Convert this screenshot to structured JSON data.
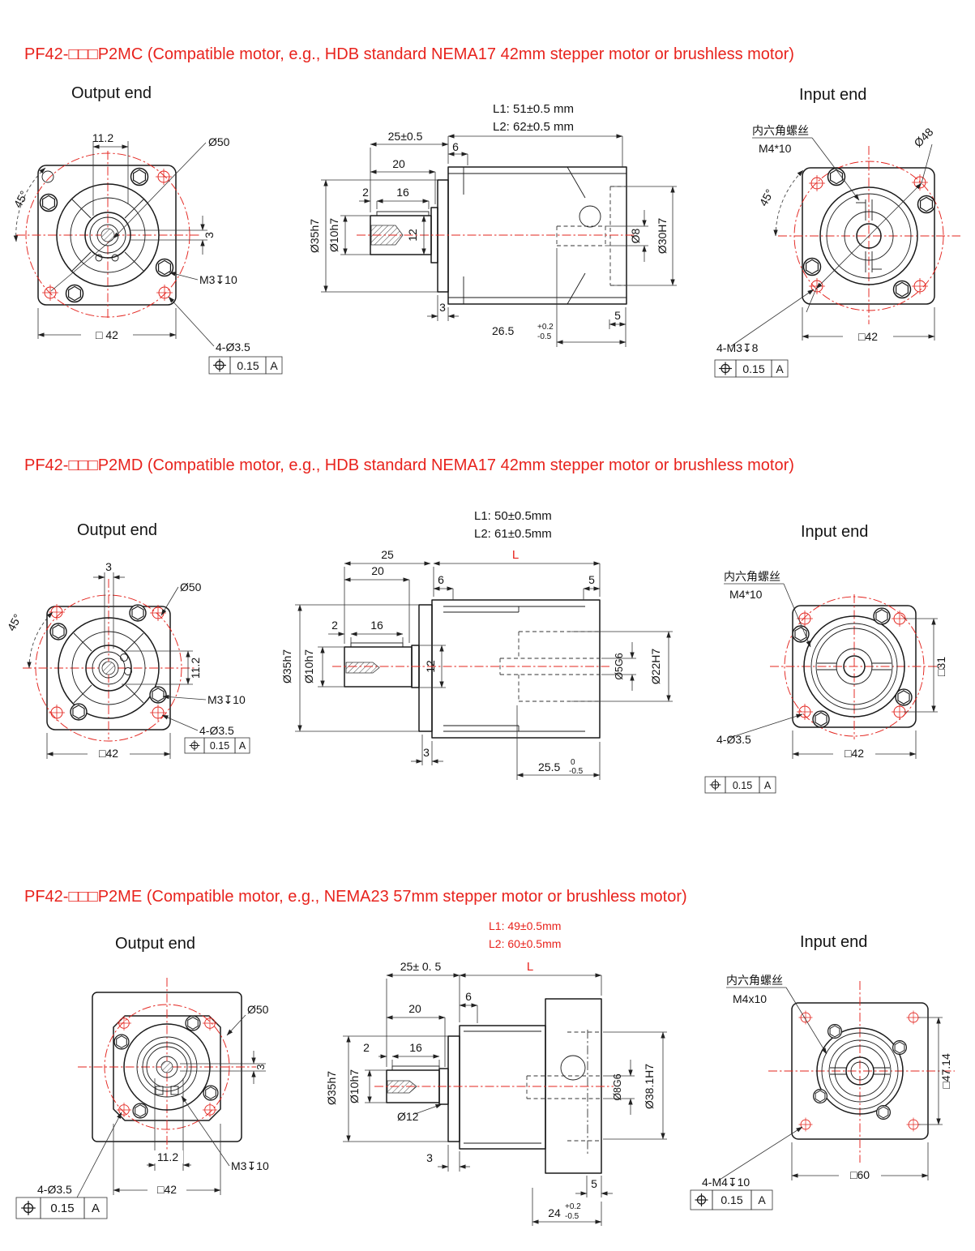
{
  "page": {
    "background": "#ffffff",
    "accent_red": "#e8231d",
    "line_color": "#1a1a1a"
  },
  "s1": {
    "title": "PF42-□□□P2MC (Compatible motor, e.g., HDB standard NEMA17 42mm stepper motor or brushless motor)",
    "outHead": "Output end",
    "inHead": "Input end",
    "l1": "L1: 51±0.5 mm",
    "l2": "L2: 62±0.5 mm",
    "o": {
      "w112": "11.2",
      "d50": "Ø50",
      "k3": "3",
      "m3": "M3↧10",
      "sq": "□ 42",
      "holes": "4-Ø3.5",
      "a45": "45°",
      "tv": "0.15",
      "tr": "A"
    },
    "m": {
      "d25": "25±0.5",
      "n6": "6",
      "n20": "20",
      "n2": "2",
      "n16": "16",
      "d35": "Ø35h7",
      "d10": "Ø10h7",
      "n12": "12",
      "n3": "3",
      "n265": "26.5",
      "tp": "+0.2",
      "tm": "-0.5",
      "n5": "5",
      "d8": "Ø8",
      "d30": "Ø30H7"
    },
    "i": {
      "cn": "内六角螺丝",
      "spec": "M4*10",
      "d48": "Ø48",
      "a45": "45°",
      "sq": "□42",
      "holes": "4-M3↧8",
      "tv": "0.15",
      "tr": "A"
    }
  },
  "s2": {
    "title": "PF42-□□□P2MD (Compatible motor, e.g., HDB standard NEMA17 42mm stepper motor or brushless motor)",
    "outHead": "Output end",
    "inHead": "Input end",
    "l1": "L1: 50±0.5mm",
    "l2": "L2: 61±0.5mm",
    "o": {
      "k3": "3",
      "d50": "Ø50",
      "a45": "45°",
      "w112": "11.2",
      "m3": "M3↧10",
      "holes": "4-Ø3.5",
      "sq": "□42",
      "tv": "0.15",
      "tr": "A"
    },
    "m": {
      "L": "L",
      "d25": "25",
      "n20": "20",
      "n6": "6",
      "n5": "5",
      "n2": "2",
      "n16": "16",
      "d35": "Ø35h7",
      "d10": "Ø10h7",
      "n12": "12",
      "d5": "Ø5G6",
      "d22": "Ø22H7",
      "n3": "3",
      "n255": "25.5",
      "tp": "0",
      "tm": "-0.5"
    },
    "i": {
      "cn": "内六角螺丝",
      "spec": "M4*10",
      "sq31": "□31",
      "sq": "□42",
      "holes": "4-Ø3.5",
      "tv": "0.15",
      "tr": "A"
    }
  },
  "s3": {
    "title": "PF42-□□□P2ME (Compatible motor, e.g., NEMA23 57mm stepper motor or brushless motor)",
    "outHead": "Output end",
    "inHead": "Input end",
    "l1": "L1: 49±0.5mm",
    "l2": "L2: 60±0.5mm",
    "o": {
      "d50": "Ø50",
      "k3": "3",
      "w112": "11.2",
      "sq": "□42",
      "m3": "M3↧10",
      "holes": "4-Ø3.5",
      "tv": "0.15",
      "tr": "A"
    },
    "m": {
      "d25": "25± 0. 5",
      "L": "L",
      "n6": "6",
      "n20": "20",
      "n2": "2",
      "n16": "16",
      "d35": "Ø35h7",
      "d10": "Ø10h7",
      "d12": "Ø12",
      "n3": "3",
      "n5": "5",
      "n24": "24",
      "tp": "+0.2",
      "tm": "-0.5",
      "d8": "Ø8G6",
      "d38": "Ø38.1H7"
    },
    "i": {
      "cn": "内六角螺丝",
      "spec": "M4x10",
      "sq47": "□47.14",
      "sq": "□60",
      "holes": "4-M4↧10",
      "tv": "0.15",
      "tr": "A"
    }
  }
}
